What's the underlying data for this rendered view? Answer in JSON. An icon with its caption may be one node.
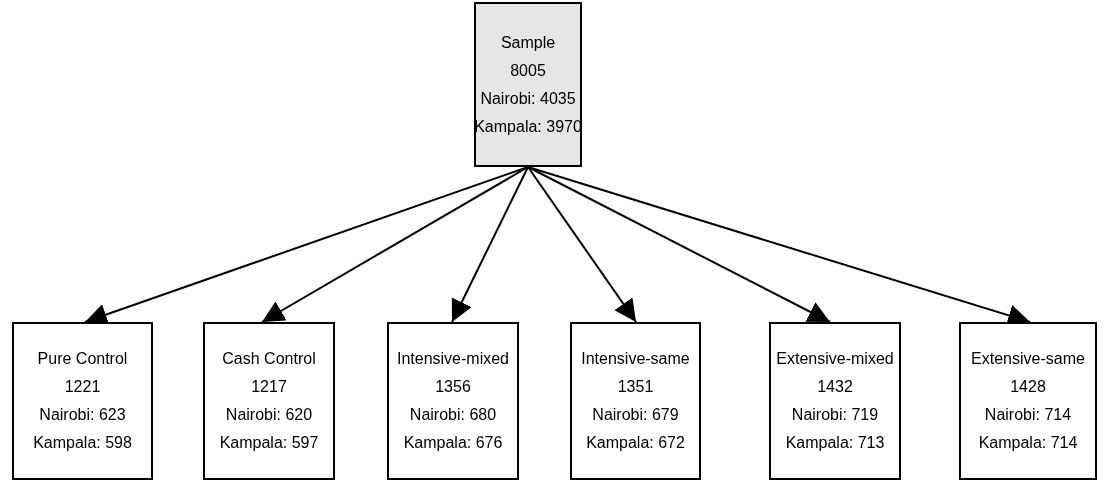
{
  "diagram": {
    "nodes": [
      {
        "text": [
          "Sample",
          "8005",
          "Nairobi: 4035",
          "Kampala: 3970"
        ]
      },
      {
        "text": [
          "Pure Control",
          "1221",
          "Nairobi: 623",
          "Kampala: 598"
        ]
      },
      {
        "text": [
          "Cash Control",
          "1217",
          "Nairobi: 620",
          "Kampala: 597"
        ]
      },
      {
        "text": [
          "Intensive-mixed",
          "1356",
          "Nairobi: 680",
          "Kampala: 676"
        ]
      },
      {
        "text": [
          "Intensive-same",
          "1351",
          "Nairobi: 679",
          "Kampala: 672"
        ]
      },
      {
        "text": [
          "Extensive-mixed",
          "1432",
          "Nairobi: 719",
          "Kampala: 713"
        ]
      },
      {
        "text": [
          "Extensive-same",
          "1428",
          "Nairobi: 714",
          "Kampala: 714"
        ]
      }
    ],
    "edges": [
      {
        "from": 0,
        "to": 1,
        "arrow": "to"
      },
      {
        "from": 0,
        "to": 2,
        "arrow": "to"
      },
      {
        "from": 0,
        "to": 3,
        "arrow": "to"
      },
      {
        "from": 0,
        "to": 4,
        "arrow": "to"
      },
      {
        "from": 0,
        "to": 5,
        "arrow": "to"
      },
      {
        "from": 0,
        "to": 6,
        "arrow": "to"
      }
    ]
  }
}
